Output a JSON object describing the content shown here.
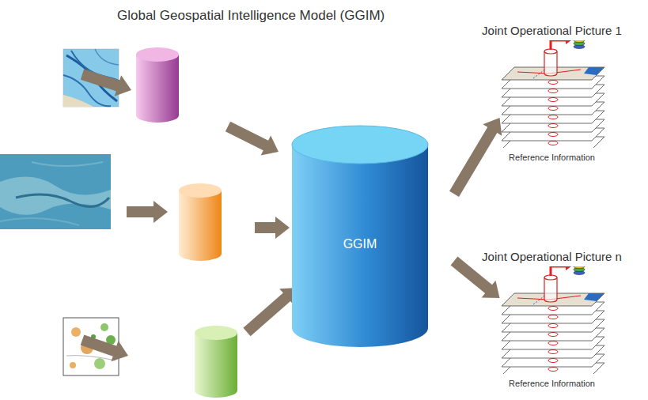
{
  "diagram": {
    "title": "Global Geospatial Intelligence Model (GGIM)",
    "nodes": [
      {
        "text": [
          "GGIM"
        ]
      },
      {
        "text": [
          "Joint Operational Picture 1",
          "Reference Information"
        ]
      },
      {
        "text": [
          "Joint Operational Picture n",
          "Reference Information"
        ]
      }
    ],
    "edges": [
      {
        "from": 0,
        "to": 1,
        "arrow": "to"
      },
      {
        "from": 0,
        "to": 2,
        "arrow": "to"
      }
    ]
  }
}
